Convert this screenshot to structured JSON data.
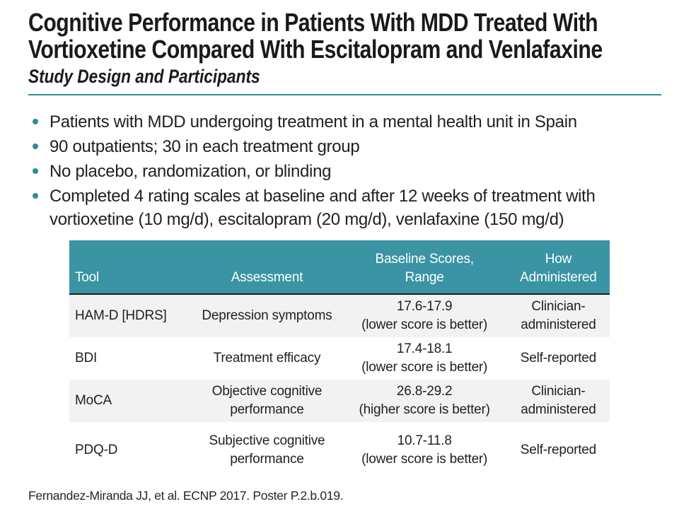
{
  "colors": {
    "teal_header": "#3A94A3",
    "accent_teal": "#2E8B9C",
    "row_alt": "#F2F2F2"
  },
  "header": {
    "title_lines": [
      "Cognitive Performance in Patients With MDD Treated With",
      "Vortioxetine Compared With Escitalopram and Venlafaxine"
    ],
    "subtitle": "Study Design and Participants"
  },
  "bullets": [
    {
      "lines": [
        "Patients with MDD undergoing treatment in a mental health unit in Spain"
      ]
    },
    {
      "lines": [
        "90 outpatients; 30 in each treatment group"
      ]
    },
    {
      "lines": [
        "No placebo, randomization, or blinding"
      ]
    },
    {
      "lines": [
        "Completed 4 rating scales at baseline and after 12 weeks of treatment with",
        "vortioxetine (10 mg/d), escitalopram (20 mg/d), venlafaxine (150 mg/d)"
      ]
    }
  ],
  "table": {
    "columns": [
      {
        "lines": [
          "Tool"
        ],
        "align": "left",
        "width": "22.5%"
      },
      {
        "lines": [
          "Assessment"
        ],
        "align": "center",
        "width": "28%"
      },
      {
        "lines": [
          "Baseline Scores,",
          "Range"
        ],
        "align": "center",
        "width": "31%"
      },
      {
        "lines": [
          "How",
          "Administered"
        ],
        "align": "center",
        "width": "18.5%"
      }
    ],
    "rows": [
      {
        "cells": [
          [
            "HAM-D [HDRS]"
          ],
          [
            "Depression symptoms"
          ],
          [
            "17.6-17.9",
            "(lower score is better)"
          ],
          [
            "Clinician-",
            "administered"
          ]
        ]
      },
      {
        "cells": [
          [
            "BDI"
          ],
          [
            "Treatment efficacy"
          ],
          [
            "17.4-18.1",
            "(lower score is better)"
          ],
          [
            "Self-reported"
          ]
        ]
      },
      {
        "cells": [
          [
            "MoCA"
          ],
          [
            "Objective cognitive",
            "performance"
          ],
          [
            "26.8-29.2",
            "(higher score is better)"
          ],
          [
            "Clinician-",
            "administered"
          ]
        ]
      },
      {
        "cells": [
          [
            "PDQ-D"
          ],
          [
            "Subjective cognitive",
            "performance"
          ],
          [
            "10.7-11.8",
            "(lower score is better)"
          ],
          [
            "Self-reported"
          ]
        ]
      }
    ]
  },
  "footer": {
    "citation": "Fernandez-Miranda JJ, et al. ECNP 2017. Poster P.2.b.019."
  }
}
